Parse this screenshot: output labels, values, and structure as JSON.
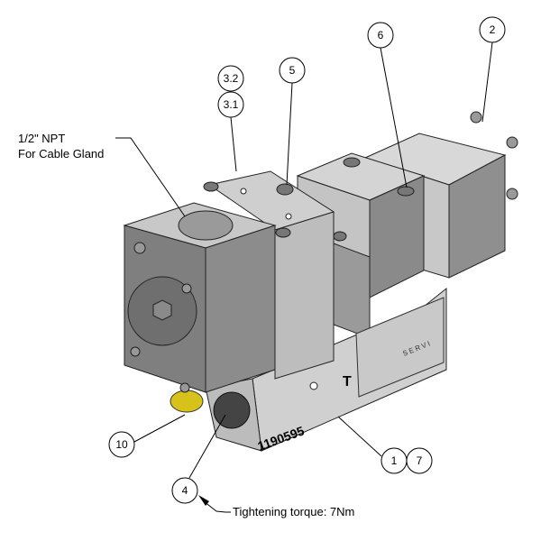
{
  "notes": {
    "cable_gland_line1": "1/2\" NPT",
    "cable_gland_line2": "For Cable Gland",
    "torque": "Tightening torque:  7Nm"
  },
  "balloons": [
    "3.2",
    "3.1",
    "5",
    "6",
    "2",
    "10",
    "4",
    "1",
    "7"
  ],
  "part_markings": {
    "serial": "1190595",
    "port": "T",
    "brand": "SERVI"
  }
}
